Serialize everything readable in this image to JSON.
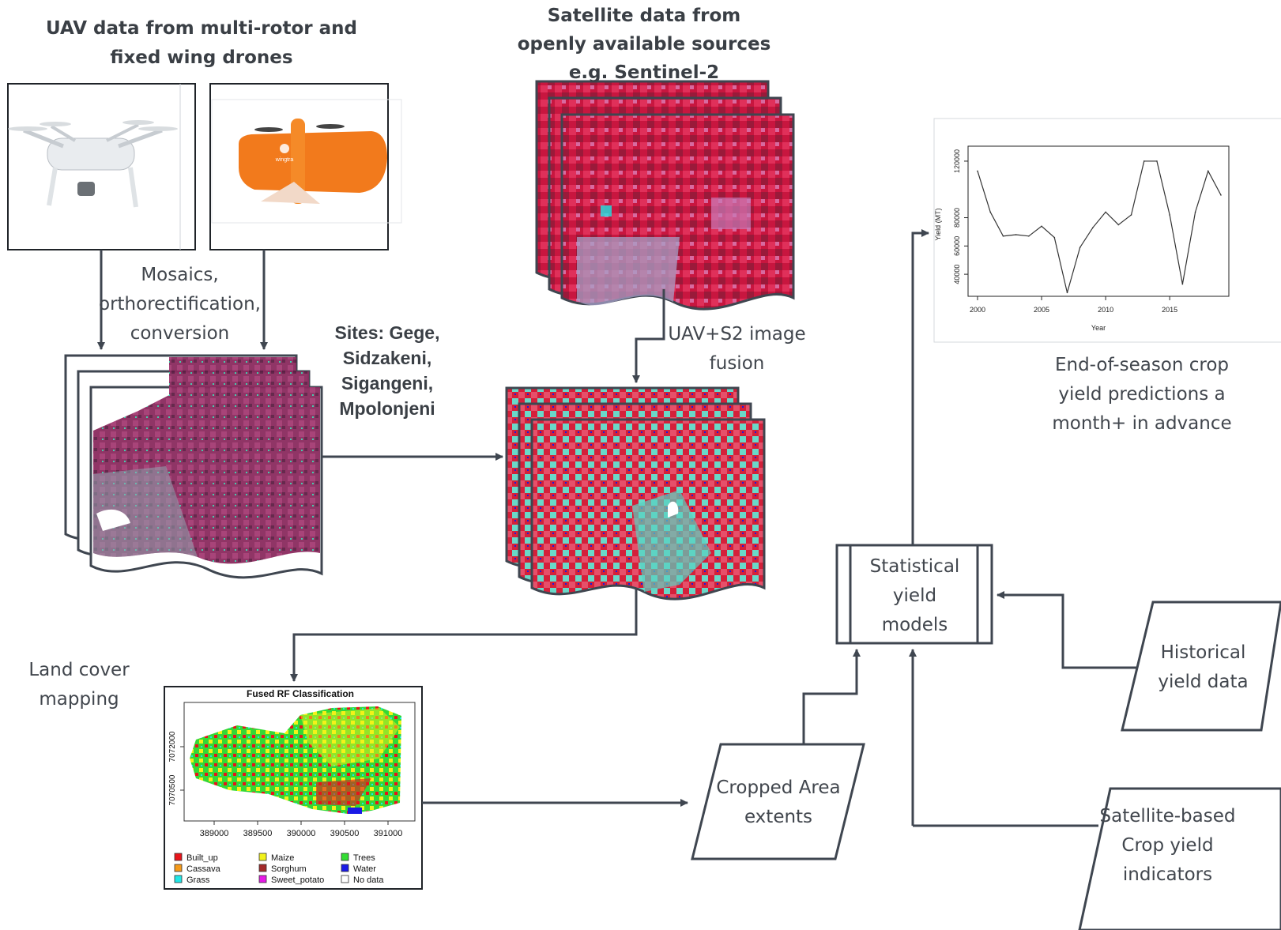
{
  "titles": {
    "uav": "UAV data from multi-rotor and fixed wing drones",
    "satellite": "Satellite data from openly available sources e.g. Sentinel-2",
    "sites": "Sites: Gege, Sidzakeni, Sigangeni, Mpolonjeni"
  },
  "labels": {
    "mosaics": "Mosaics, orthorectification, conversion",
    "fusion": "UAV+S2 image fusion",
    "land_cover": "Land cover mapping",
    "predictions": "End-of-season crop yield predictions a month+ in advance"
  },
  "nodes": {
    "models": "Statistical yield models",
    "cropped": "Cropped Area extents",
    "historical": "Historical yield data",
    "satellite_indicators": "Satellite-based Crop yield indicators"
  },
  "drone_logo": "wingtra",
  "classification_map": {
    "title": "Fused RF Classification",
    "x_ticks": [
      "389000",
      "389500",
      "390000",
      "390500",
      "391000"
    ],
    "y_ticks": [
      "7072000",
      "7070500"
    ],
    "legend": [
      {
        "label": "Built_up",
        "color": "#e8141a"
      },
      {
        "label": "Maize",
        "color": "#f2f21a"
      },
      {
        "label": "Trees",
        "color": "#33dd33"
      },
      {
        "label": "Cassava",
        "color": "#f59a1a"
      },
      {
        "label": "Sorghum",
        "color": "#a32a2a"
      },
      {
        "label": "Water",
        "color": "#1a1ae6"
      },
      {
        "label": "Grass",
        "color": "#22e6e6"
      },
      {
        "label": "Sweet_potato",
        "color": "#e61ae6"
      },
      {
        "label": "No data",
        "color": "#ffffff"
      }
    ]
  },
  "chart_data": {
    "type": "line",
    "title": "",
    "xlabel": "Year",
    "ylabel": "Yield (MT)",
    "x_ticks": [
      2000,
      2005,
      2010,
      2015
    ],
    "y_ticks": [
      40000,
      60000,
      80000,
      120000
    ],
    "xlim": [
      2000,
      2019
    ],
    "ylim": [
      30000,
      125000
    ],
    "x": [
      2000,
      2001,
      2002,
      2003,
      2004,
      2005,
      2006,
      2007,
      2008,
      2009,
      2010,
      2011,
      2012,
      2013,
      2014,
      2015,
      2016,
      2017,
      2018,
      2019
    ],
    "y": [
      113000,
      84000,
      67000,
      68000,
      67000,
      74000,
      66000,
      27000,
      59000,
      73000,
      84000,
      75000,
      82000,
      120000,
      120000,
      82000,
      33000,
      84000,
      113000,
      96000
    ]
  },
  "colors": {
    "stroke": "#3f4650",
    "text": "#3c4147"
  }
}
